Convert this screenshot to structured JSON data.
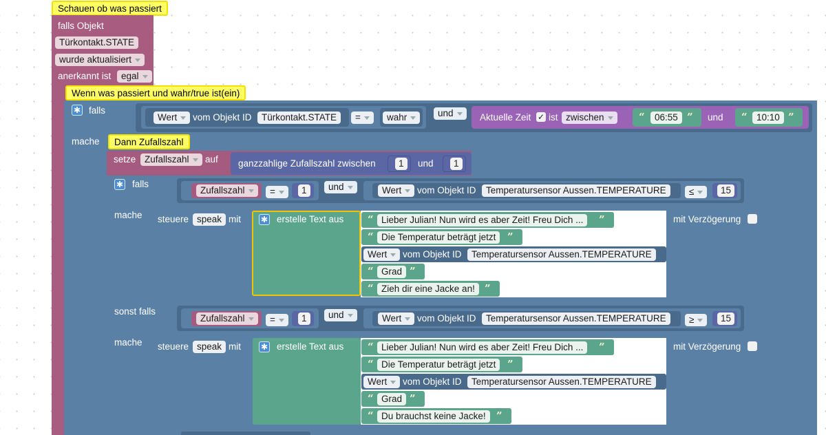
{
  "comments": {
    "main": "Schauen ob was passiert",
    "inner_if": "Wenn was passiert und wahr/true ist(ein)",
    "random": "Dann Zufallszahl"
  },
  "trigger": {
    "falls_objekt": "falls Objekt",
    "object_id": "Türkontakt.STATE",
    "event_type": "wurde aktualisiert",
    "anerkannt_ist": "anerkannt ist",
    "ack_value": "egal"
  },
  "if1": {
    "falls": "falls",
    "wert": "Wert",
    "vom_objekt_id": "vom Objekt ID",
    "object_id": "Türkontakt.STATE",
    "operator": "=",
    "value": "wahr",
    "und": "und",
    "aktuelle_zeit": "Aktuelle Zeit",
    "checkmark": "✓",
    "ist": "ist",
    "range_mode": "zwischen",
    "time_from": "06:55",
    "time_and": "und",
    "time_to": "10:10",
    "mache": "mache"
  },
  "set_var": {
    "setze": "setze",
    "var": "Zufallszahl",
    "auf": "auf",
    "random_label": "ganzzahlige Zufallszahl zwischen",
    "min": "1",
    "und": "und",
    "max": "1"
  },
  "if2": {
    "falls": "falls",
    "var": "Zufallszahl",
    "operator": "=",
    "value": "1",
    "und": "und",
    "wert": "Wert",
    "vom_objekt_id": "vom Objekt ID",
    "object_id": "Temperatursensor Aussen.TEMPERATURE",
    "temp_operator": "≤",
    "temp_value": "15",
    "mache": "mache"
  },
  "speak1": {
    "steuere": "steuere",
    "target": "speak",
    "mit": "mit",
    "erstelle_text": "erstelle Text aus",
    "text1": "Lieber Julian! Nun wird es aber Zeit! Freu Dich ...",
    "text2": "Die Temperatur beträgt jetzt",
    "wert": "Wert",
    "vom_objekt_id": "vom Objekt ID",
    "object_id": "Temperatursensor Aussen.TEMPERATURE",
    "text4": "Grad",
    "text5": "Zieh dir eine Jacke an!",
    "mit_verzoegerung": "mit Verzögerung"
  },
  "elseif": {
    "sonst_falls": "sonst falls",
    "var": "Zufallszahl",
    "operator": "=",
    "value": "1",
    "und": "und",
    "wert": "Wert",
    "vom_objekt_id": "vom Objekt ID",
    "object_id": "Temperatursensor Aussen.TEMPERATURE",
    "temp_operator": "≥",
    "temp_value": "15",
    "mache": "mache"
  },
  "speak2": {
    "steuere": "steuere",
    "target": "speak",
    "mit": "mit",
    "erstelle_text": "erstelle Text aus",
    "text1": "Lieber Julian! Nun wird es aber Zeit! Freu Dich ...",
    "text2": "Die Temperatur beträgt jetzt",
    "wert": "Wert",
    "vom_objekt_id": "vom Objekt ID",
    "object_id": "Temperatursensor Aussen.TEMPERATURE",
    "text4": "Grad",
    "text5": "Du brauchst keine Jacke!",
    "mit_verzoegerung": "mit Verzögerung"
  },
  "colors": {
    "trigger": "#a85c7f",
    "logic": "#5b80a5",
    "logic_dark": "#4a6a8c",
    "variable": "#a55b80",
    "math": "#5b67a5",
    "text": "#5ba58c",
    "time": "#9a63b5",
    "comment": "#ffff66"
  }
}
